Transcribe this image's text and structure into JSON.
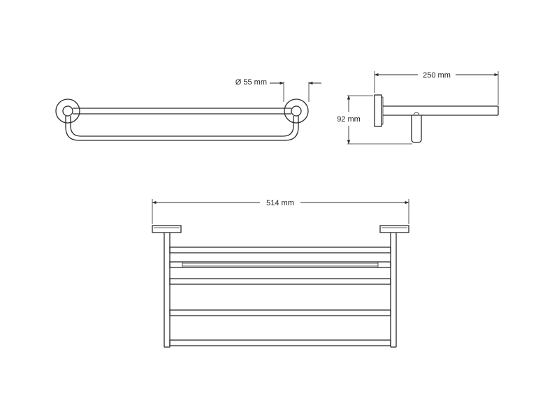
{
  "dimensions": {
    "diameter": "Ø 55 mm",
    "depth": "250 mm",
    "height": "92 mm",
    "width": "514 mm"
  },
  "colors": {
    "line": "#2b2b2b",
    "background": "#ffffff"
  }
}
